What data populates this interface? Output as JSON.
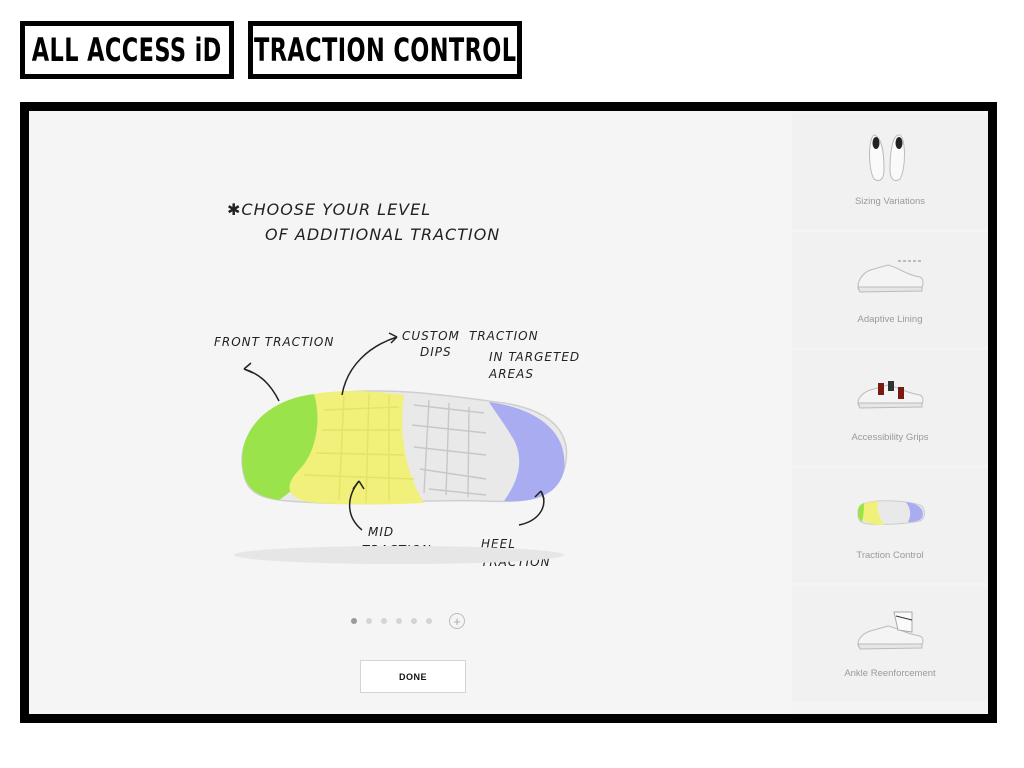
{
  "header": {
    "title_primary": "ALL ACCESS iD",
    "title_secondary": "TRACTION CONTROL"
  },
  "canvas": {
    "headline_line1": "✱CHOOSE YOUR LEVEL",
    "headline_line2": "OF ADDITIONAL TRACTION",
    "callouts": {
      "front": "FRONT TRACTION",
      "custom_line1": "CUSTOM",
      "custom_line2": "DIPS",
      "custom_line3": "TRACTION",
      "custom_line4": "IN TARGETED",
      "custom_line5": "AREAS",
      "mid_line1": "MID",
      "mid_line2": "TRACTION",
      "heel_line1": "HEEL",
      "heel_line2": "TRACTION"
    },
    "pagination": {
      "total": 6,
      "active_index": 0
    },
    "done_label": "DONE"
  },
  "sidebar": {
    "items": [
      {
        "label": "Sizing Variations",
        "icon": "shoe-pair-icon"
      },
      {
        "label": "Adaptive Lining",
        "icon": "shoe-side-icon"
      },
      {
        "label": "Accessibility Grips",
        "icon": "shoe-grips-icon"
      },
      {
        "label": "Traction Control",
        "icon": "shoe-sole-icon"
      },
      {
        "label": "Ankle Reenforcement",
        "icon": "shoe-ankle-icon"
      }
    ]
  },
  "colors": {
    "frame": "#000000",
    "sole_front": "#9be34a",
    "sole_mid": "#f0f07a",
    "sole_heel": "#a9acf0"
  }
}
